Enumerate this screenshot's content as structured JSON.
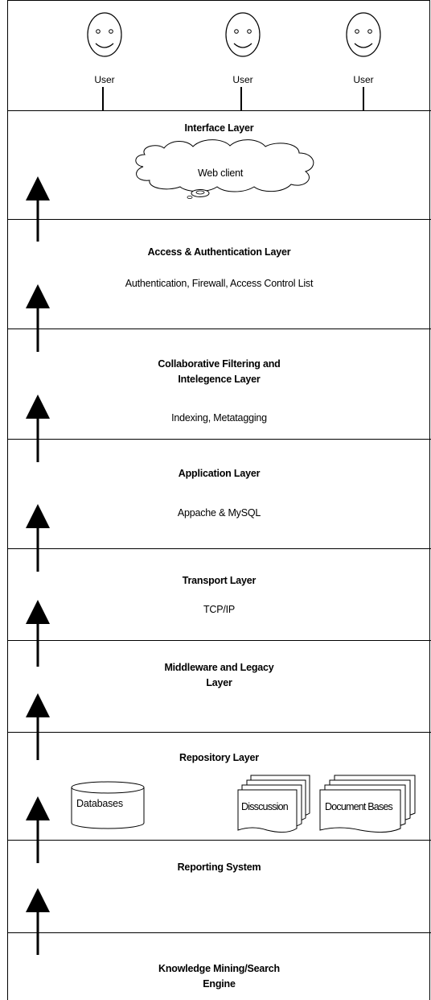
{
  "users": [
    "User",
    "User",
    "User"
  ],
  "layers": [
    {
      "title": "Interface Layer",
      "detail": "Web client"
    },
    {
      "title": "Access & Authentication Layer",
      "detail": "Authentication,  Firewall, Access Control List"
    },
    {
      "title_lines": [
        "Collaborative Filtering and",
        "Intelegence Layer"
      ],
      "detail": "Indexing, Metatagging"
    },
    {
      "title": "Application Layer",
      "detail": "Appache & MySQL"
    },
    {
      "title": "Transport Layer",
      "detail": "TCP/IP"
    },
    {
      "title_lines": [
        "Middleware and Legacy",
        "Layer"
      ]
    },
    {
      "title": "Repository Layer",
      "items": [
        "Databases",
        "Disscussion",
        "Document Bases"
      ]
    },
    {
      "title": "Reporting System"
    },
    {
      "title_lines": [
        "Knowledge Mining/Search",
        "Engine"
      ]
    }
  ]
}
